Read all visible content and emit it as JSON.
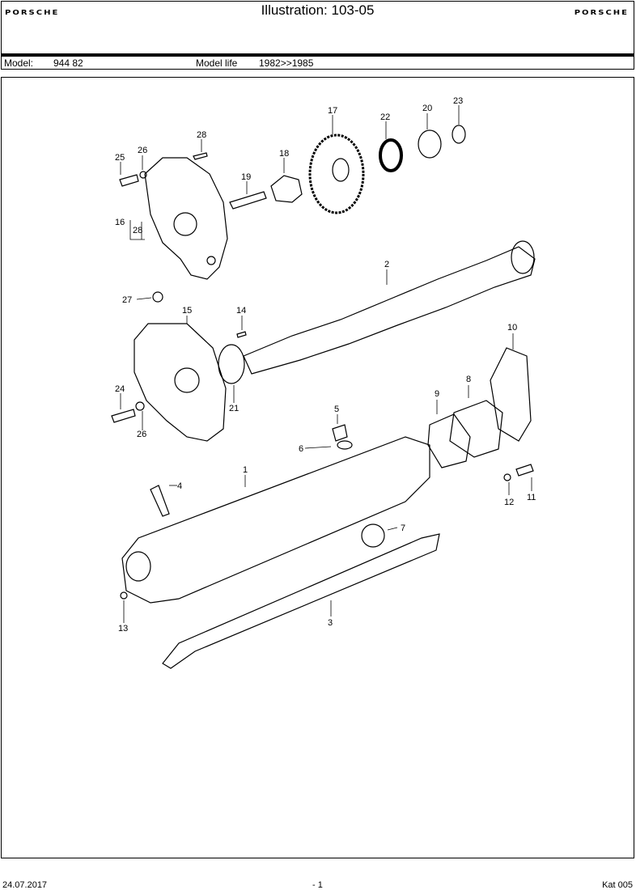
{
  "header": {
    "brand_left": "PORSCHE",
    "brand_right": "PORSCHE",
    "title": "Illustration: 103-05"
  },
  "model_row": {
    "model_label": "Model:",
    "model_value": "944 82",
    "life_label": "Model life",
    "life_value": "1982>>1985"
  },
  "callouts": {
    "c1": "1",
    "c2": "2",
    "c3": "3",
    "c4": "4",
    "c5": "5",
    "c6": "6",
    "c7": "7",
    "c8": "8",
    "c9": "9",
    "c10": "10",
    "c11": "11",
    "c12": "12",
    "c13": "13",
    "c14": "14",
    "c15": "15",
    "c16": "16",
    "c17": "17",
    "c18": "18",
    "c19": "19",
    "c20": "20",
    "c21": "21",
    "c22": "22",
    "c23": "23",
    "c24": "24",
    "c25": "25",
    "c26a": "26",
    "c26b": "26",
    "c27": "27",
    "c28a": "28",
    "c28b": "28"
  },
  "footer": {
    "date": "24.07.2017",
    "page": "- 1",
    "catalog": "Kat 005"
  }
}
